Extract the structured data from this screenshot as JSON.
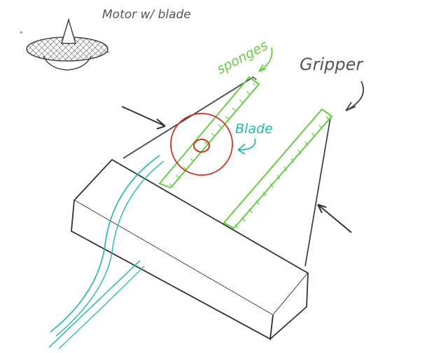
{
  "labels": {
    "motor": "Motor w/ blade",
    "sponges": "sponges",
    "gripper": "Gripper",
    "blade": "Blade"
  },
  "colors": {
    "ink": "#3a3a3a",
    "sponge": "#66cc44",
    "blade_circle": "#cc3322",
    "cable": "#33bbaa",
    "blade_label": "#22bbaa"
  }
}
